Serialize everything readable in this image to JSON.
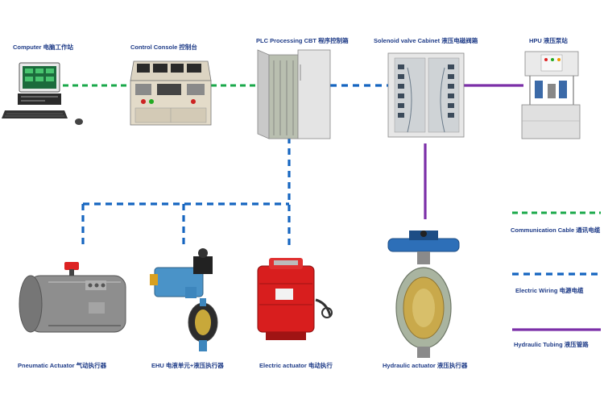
{
  "devices": {
    "computer": "Computer 电脑工作站",
    "console": "Control Console 控制台",
    "plc": "PLC Processing CBT 程序控制箱",
    "solenoid": "Solenoid valve Cabinet 液压电磁阀箱",
    "hpu": "HPU 液压泵站",
    "pneumatic": "Pneumatic Actuator 气动执行器",
    "ehu": "EHU   电液单元+液压执行器",
    "electric": "Electric  actuator   电动执行",
    "hydraulic": "Hydraulic actuator   液压执行器"
  },
  "legend": {
    "comm": "Communication Cable 通讯电缆",
    "wiring": "Electric Wiring   电源电缆",
    "tubing": "Hydraulic  Tubing  液压管路"
  },
  "colors": {
    "communication": "#1aa84a",
    "electric": "#1565c0",
    "hydraulic": "#7b2fa8"
  }
}
